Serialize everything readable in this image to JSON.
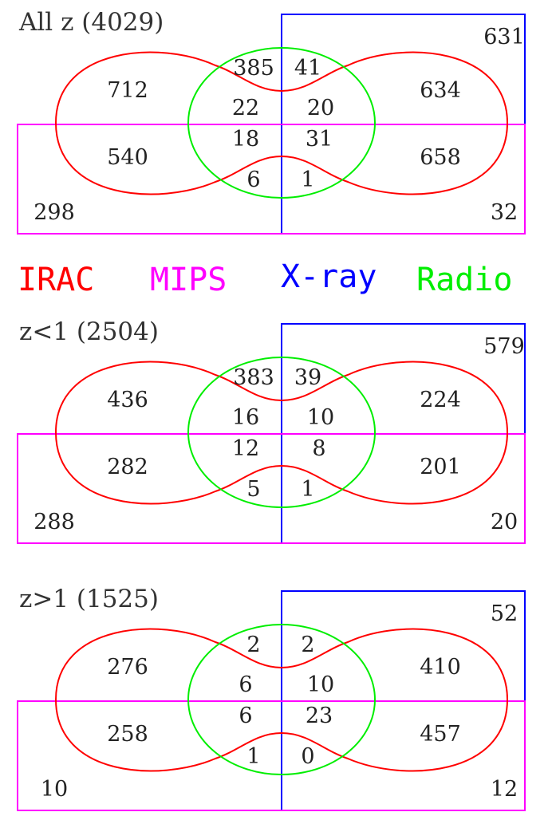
{
  "colors": {
    "irac": "#ff0000",
    "mips": "#ff00ff",
    "xray": "#0000ff",
    "radio": "#00ee00"
  },
  "legend": {
    "irac": "IRAC",
    "mips": "MIPS",
    "xray": "X-ray",
    "radio": "Radio"
  },
  "panels": [
    {
      "title": "All z (4029)",
      "counts": {
        "xray_only": "631",
        "irac_only": "712",
        "irac_mips": "540",
        "mips_only": "298",
        "irac_xray": "634",
        "irac_mips_xray": "658",
        "mips_xray": "32",
        "radio_top_left": "385",
        "radio_top_right": "41",
        "radio_mid_upper_left": "22",
        "radio_mid_upper_right": "20",
        "radio_mid_lower_left": "18",
        "radio_mid_lower_right": "31",
        "radio_bottom_left": "6",
        "radio_bottom_right": "1"
      }
    },
    {
      "title": "z<1 (2504)",
      "counts": {
        "xray_only": "579",
        "irac_only": "436",
        "irac_mips": "282",
        "mips_only": "288",
        "irac_xray": "224",
        "irac_mips_xray": "201",
        "mips_xray": "20",
        "radio_top_left": "383",
        "radio_top_right": "39",
        "radio_mid_upper_left": "16",
        "radio_mid_upper_right": "10",
        "radio_mid_lower_left": "12",
        "radio_mid_lower_right": "8",
        "radio_bottom_left": "5",
        "radio_bottom_right": "1"
      }
    },
    {
      "title": "z>1 (1525)",
      "counts": {
        "xray_only": "52",
        "irac_only": "276",
        "irac_mips": "258",
        "mips_only": "10",
        "irac_xray": "410",
        "irac_mips_xray": "457",
        "mips_xray": "12",
        "radio_top_left": "2",
        "radio_top_right": "2",
        "radio_mid_upper_left": "6",
        "radio_mid_upper_right": "10",
        "radio_mid_lower_left": "6",
        "radio_mid_lower_right": "23",
        "radio_bottom_left": "1",
        "radio_bottom_right": "0"
      }
    }
  ]
}
